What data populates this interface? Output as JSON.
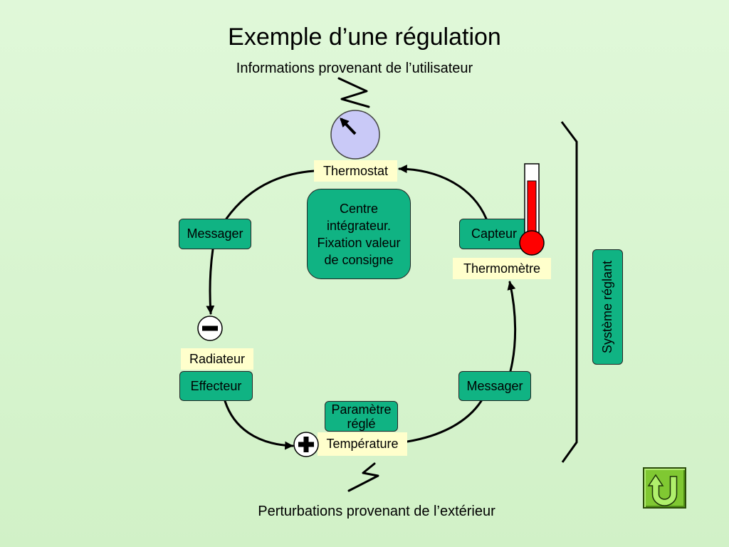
{
  "slide": {
    "title": "Exemple d’une régulation",
    "subtitle": "Informations provenant de l’utilisateur",
    "footer": "Perturbations provenant de l’extérieur"
  },
  "diagram": {
    "thermostat": "Thermostat",
    "centre_integrateur": [
      "Centre",
      "intégrateur.",
      "Fixation valeur",
      "de consigne"
    ],
    "messager_gauche": "Messager",
    "capteur": "Capteur",
    "thermometre": "Thermomètre",
    "radiateur": "Radiateur",
    "effecteur": "Effecteur",
    "messager_droite": "Messager",
    "parametre_regle": [
      "Paramètre",
      "réglé"
    ],
    "temperature": "Température",
    "systeme_reglant": "Système réglant"
  },
  "icons": {
    "dial": "dial-icon",
    "thermometer": "thermometer-icon",
    "minus": "minus-icon",
    "plus": "plus-icon",
    "input_zigzag": "zigzag-icon",
    "perturbation_zigzag": "zigzag-icon",
    "return_button": "u-turn-arrow-icon"
  },
  "colors": {
    "background_top": "#e0f8d9",
    "background_bottom": "#d1f1c7",
    "node_fill": "#10b383",
    "label_fill": "#ffffcc",
    "dial_fill": "#c9c9f7",
    "thermometer_red": "#ff0000",
    "button_fill": "#80c832"
  }
}
